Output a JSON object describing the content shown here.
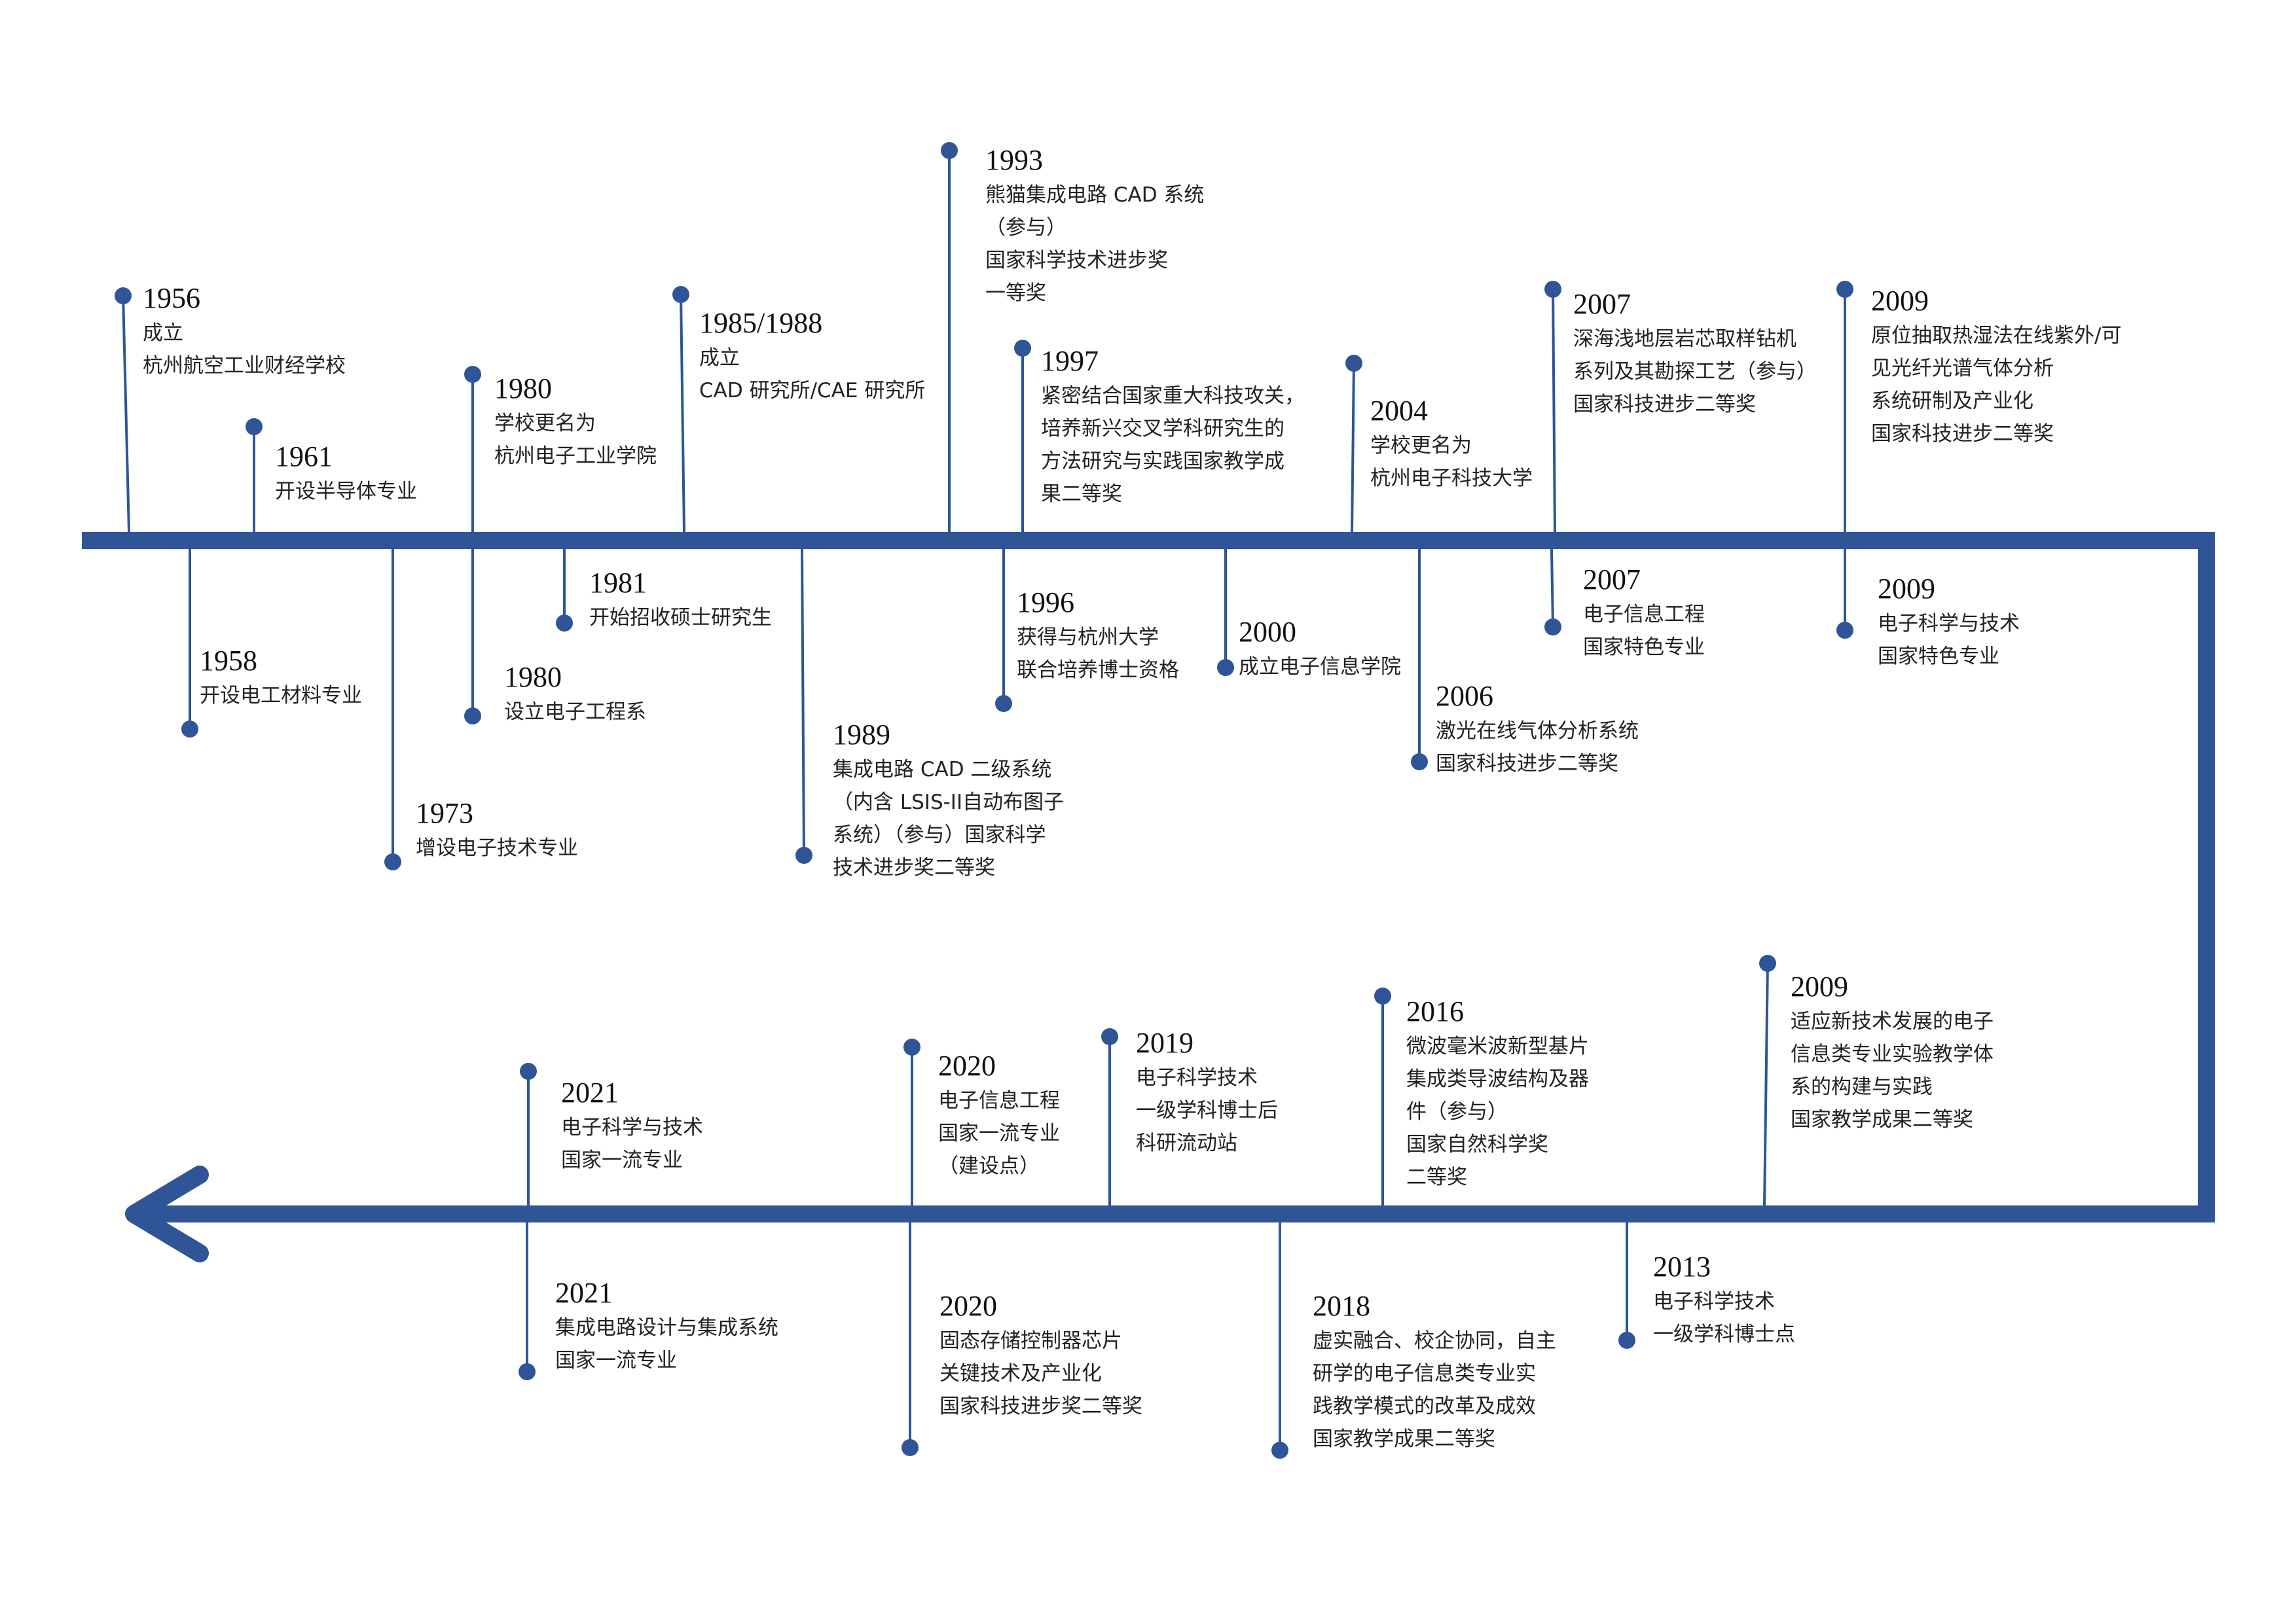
{
  "colors": {
    "track": "#2f5597",
    "dot": "#2f5597",
    "text": "#222222"
  },
  "events_upper": [
    {
      "year": "1956",
      "lines": [
        "成立",
        "杭州航空工业财经学校"
      ]
    },
    {
      "year": "1958",
      "lines": [
        "开设电工材料专业"
      ]
    },
    {
      "year": "1961",
      "lines": [
        "开设半导体专业"
      ]
    },
    {
      "year": "1973",
      "lines": [
        "增设电子技术专业"
      ]
    },
    {
      "year": "1980",
      "lines": [
        "学校更名为",
        "杭州电子工业学院"
      ]
    },
    {
      "year": "1980",
      "lines": [
        "设立电子工程系"
      ]
    },
    {
      "year": "1981",
      "lines": [
        "开始招收硕士研究生"
      ]
    },
    {
      "year": "1985/1988",
      "lines": [
        "成立",
        "CAD 研究所/CAE 研究所"
      ]
    },
    {
      "year": "1989",
      "lines": [
        "集成电路 CAD 二级系统",
        "（内含 LSIS-II自动布图子",
        "系统）（参与）国家科学",
        "技术进步奖二等奖"
      ]
    },
    {
      "year": "1993",
      "lines": [
        "熊猫集成电路 CAD 系统",
        "（参与）",
        "国家科学技术进步奖",
        "一等奖"
      ]
    },
    {
      "year": "1996",
      "lines": [
        "获得与杭州大学",
        "联合培养博士资格"
      ]
    },
    {
      "year": "1997",
      "lines": [
        "紧密结合国家重大科技攻关，",
        "培养新兴交叉学科研究生的",
        "方法研究与实践国家教学成",
        "果二等奖"
      ]
    },
    {
      "year": "2000",
      "lines": [
        "成立电子信息学院"
      ]
    },
    {
      "year": "2004",
      "lines": [
        "学校更名为",
        "杭州电子科技大学"
      ]
    },
    {
      "year": "2006",
      "lines": [
        "激光在线气体分析系统",
        "国家科技进步二等奖"
      ]
    },
    {
      "year": "2007",
      "lines": [
        "深海浅地层岩芯取样钻机",
        "系列及其勘探工艺（参与）",
        "国家科技进步二等奖"
      ]
    },
    {
      "year": "2007",
      "lines": [
        "电子信息工程",
        "国家特色专业"
      ]
    },
    {
      "year": "2009",
      "lines": [
        "原位抽取热湿法在线紫外/可",
        "见光纤光谱气体分析",
        "系统研制及产业化",
        "国家科技进步二等奖"
      ]
    },
    {
      "year": "2009",
      "lines": [
        "电子科学与技术",
        "国家特色专业"
      ]
    }
  ],
  "events_lower": [
    {
      "year": "2009",
      "lines": [
        "适应新技术发展的电子",
        "信息类专业实验教学体",
        "系的构建与实践",
        "国家教学成果二等奖"
      ]
    },
    {
      "year": "2013",
      "lines": [
        "电子科学技术",
        "一级学科博士点"
      ]
    },
    {
      "year": "2016",
      "lines": [
        "微波毫米波新型基片",
        "集成类导波结构及器",
        "件（参与）",
        "国家自然科学奖",
        "二等奖"
      ]
    },
    {
      "year": "2018",
      "lines": [
        "虚实融合、校企协同，自主",
        "研学的电子信息类专业实",
        "践教学模式的改革及成效",
        "国家教学成果二等奖"
      ]
    },
    {
      "year": "2019",
      "lines": [
        "电子科学技术",
        "一级学科博士后",
        "科研流动站"
      ]
    },
    {
      "year": "2020",
      "lines": [
        "电子信息工程",
        "国家一流专业",
        "（建设点）"
      ]
    },
    {
      "year": "2020",
      "lines": [
        "固态存储控制器芯片",
        "关键技术及产业化",
        "国家科技进步奖二等奖"
      ]
    },
    {
      "year": "2021",
      "lines": [
        "电子科学与技术",
        "国家一流专业"
      ]
    },
    {
      "year": "2021",
      "lines": [
        "集成电路设计与集成系统",
        "国家一流专业"
      ]
    }
  ]
}
